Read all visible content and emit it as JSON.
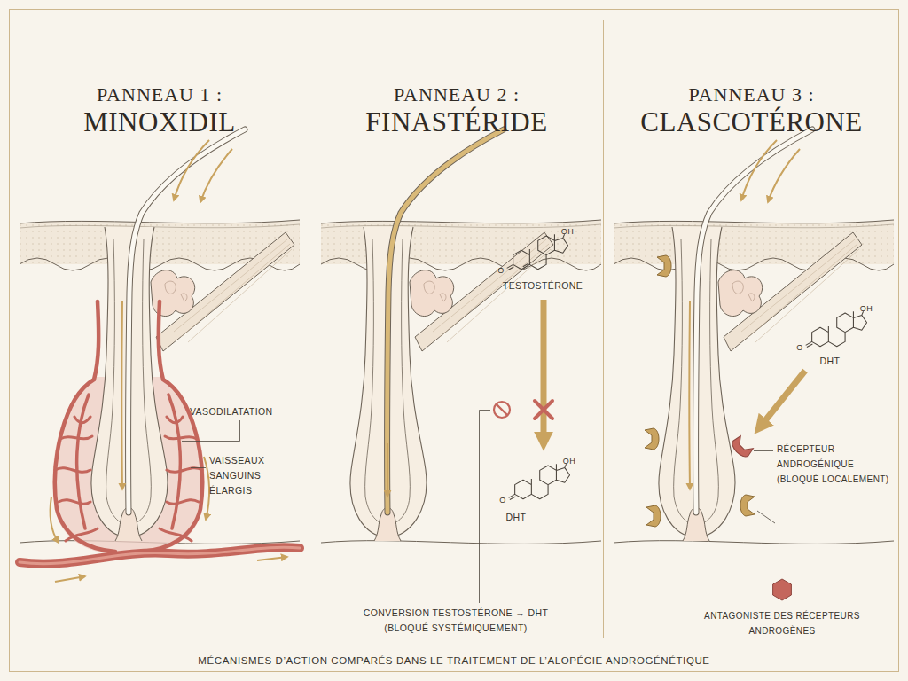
{
  "diagram": {
    "caption": "MÉCANISMES D’ACTION COMPARÉS DANS LE TRAITEMENT DE L’ALOPÉCIE ANDROGÉNÉTIQUE",
    "nodes": [
      {
        "text": [
          "PANNEAU 1 :",
          "MINOXIDIL"
        ]
      },
      {
        "text": [
          "PANNEAU 2 :",
          "FINASTÉRIDE"
        ]
      },
      {
        "text": [
          "PANNEAU 3 :",
          "CLASCOTÉRONE"
        ]
      }
    ],
    "labels": [
      "VASODILATATION",
      "VAISSEAUX SANGUINS ÉLARGIS",
      "OH",
      "O",
      "TESTOSTÉRONE",
      "OH",
      "O",
      "DHT",
      "CONVERSION TESTOSTÉRONE → DHT (BLOQUÉ SYSTÉMIQUEMENT)",
      "OH",
      "O",
      "DHT",
      "RÉCEPTEUR ANDROGÉNIQUE (BLOQUÉ LOCALEMENT)",
      "ANTAGONISTE DES RÉCEPTEURS ANDROGÈNES"
    ]
  }
}
